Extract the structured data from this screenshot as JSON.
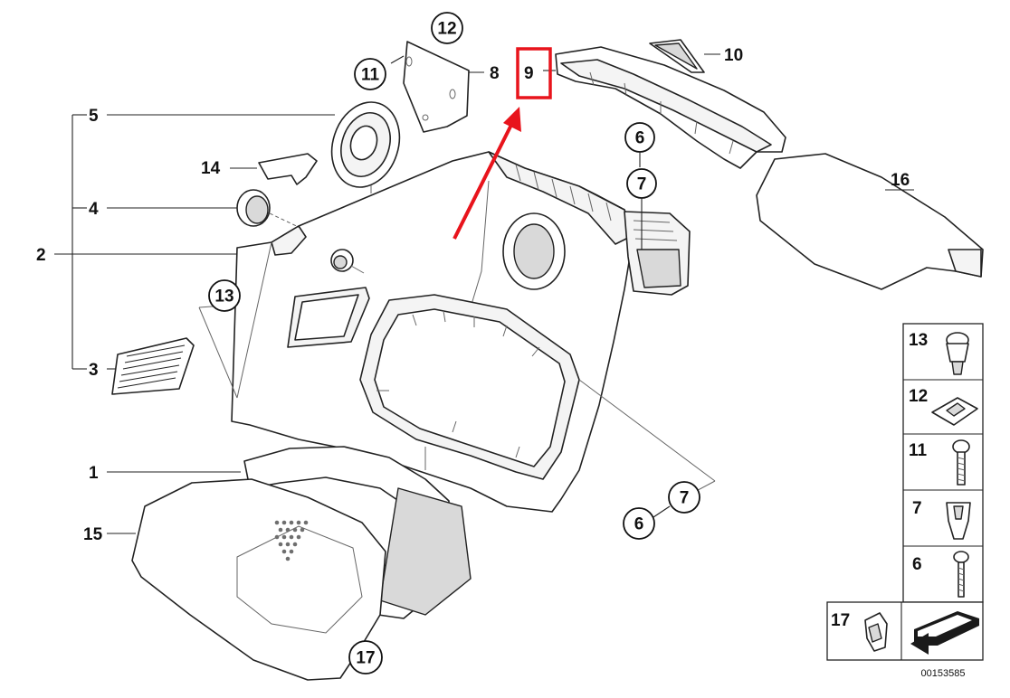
{
  "diagram": {
    "part_labels": {
      "l1": "1",
      "l2": "2",
      "l3": "3",
      "l4": "4",
      "l5": "5",
      "l6a": "6",
      "l6b": "6",
      "l6c": "6",
      "l7a": "7",
      "l7b": "7",
      "l7c": "7",
      "l8": "8",
      "l9": "9",
      "l10": "10",
      "l11a": "11",
      "l11b": "11",
      "l12a": "12",
      "l12b": "12",
      "l13a": "13",
      "l13b": "13",
      "l14": "14",
      "l15": "15",
      "l16": "16",
      "l17a": "17",
      "l17b": "17"
    },
    "drawing_code": "00153585",
    "highlight": {
      "part": "9",
      "color": "#e8141c"
    },
    "arrow_color": "#e8141c"
  }
}
